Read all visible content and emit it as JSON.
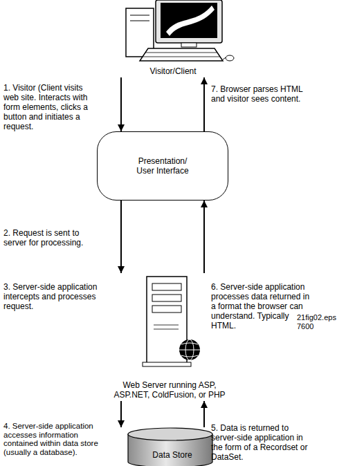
{
  "diagram": {
    "nodes": [
      {
        "text": [
          "Visitor/Client"
        ]
      },
      {
        "text": [
          "Presentation/ User Interface"
        ]
      },
      {
        "text": [
          "Web Server running ASP, ASP.NET, ColdFusion, or PHP"
        ]
      },
      {
        "text": [
          "Data Store"
        ]
      }
    ],
    "edges": [
      {
        "from": 0,
        "to": 1,
        "arrow": "to",
        "label": "1. Visitor (Client visits web site. Interacts with form elements, clicks a button and initiates a request."
      },
      {
        "from": 1,
        "to": 2,
        "arrow": "to",
        "label": "2. Request is sent to server for processing."
      },
      {
        "from": 2,
        "to": 3,
        "arrow": "to",
        "label": "4. Server-side application accesses information contained within data store (usually a database)."
      },
      {
        "from": 3,
        "to": 2,
        "arrow": "to",
        "label": "5. Data is returned to server-side application in the form of a Recordset or DataSet."
      },
      {
        "from": 2,
        "to": 1,
        "arrow": "to",
        "label": "6. Server-side application processes data returned in a format the browser can understand. Typically HTML."
      },
      {
        "from": 1,
        "to": 0,
        "arrow": "to",
        "label": "7. Browser parses HTML and visitor sees content."
      }
    ],
    "labels": [
      "3. Server-side application intercepts and processes request.",
      "21fig02.eps 7600"
    ]
  }
}
